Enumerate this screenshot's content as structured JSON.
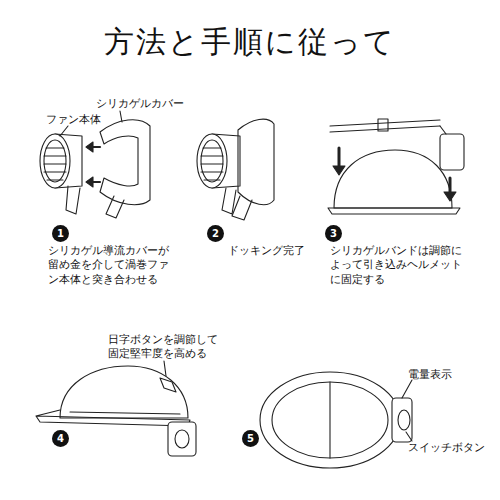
{
  "diagram": {
    "title": "方法と手順に従って",
    "nodes": [
      {
        "text": [
          "1"
        ]
      },
      {
        "text": [
          "2"
        ]
      },
      {
        "text": [
          "3"
        ]
      },
      {
        "text": [
          "4"
        ]
      },
      {
        "text": [
          "5"
        ]
      }
    ],
    "labels": [
      "ファン本体",
      "シリカゲルカバー",
      "シリカゲル導流カバーが留め金を介して渦巻ファン本体と突き合わせる",
      "ドッキング完了",
      "シリカゲルバンドは調節によって引き込みヘルメットに固定する",
      "日字ボタンを調節して固定堅牢度を高める",
      "電量表示",
      "スイッチボタン"
    ]
  }
}
